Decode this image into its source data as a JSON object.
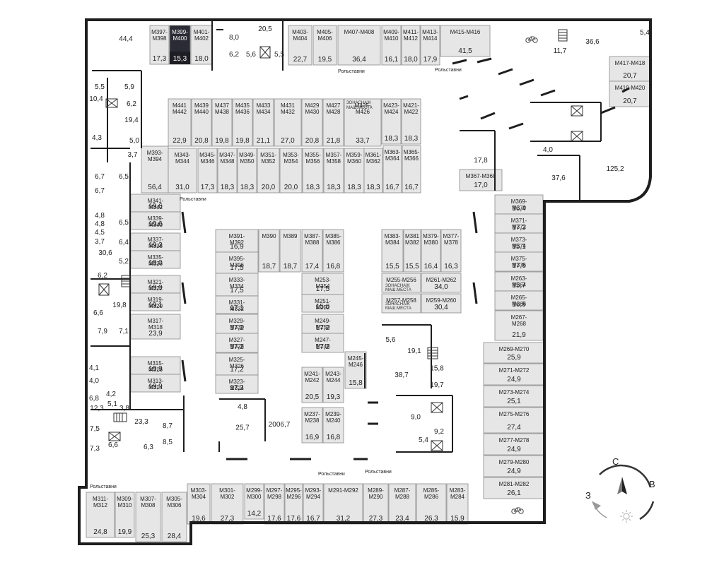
{
  "highlight_color": "#2b2b35",
  "space_fill": "#e6e6e6",
  "wall_color": "#1e1e1e",
  "spaces": [
    {
      "id": "s44",
      "area": "44,4"
    },
    {
      "id": "m397",
      "label": "M397-\nM398",
      "area": "17,3"
    },
    {
      "id": "m399",
      "label": "M399-\nM400",
      "area": "15,3",
      "highlight": true
    },
    {
      "id": "m401",
      "label": "M401-\nM402",
      "area": "18,0"
    },
    {
      "id": "s8",
      "area": "8,0"
    },
    {
      "id": "s205",
      "area": "20,5"
    },
    {
      "id": "s62",
      "area": "6,2"
    },
    {
      "id": "s56",
      "area": "5,6"
    },
    {
      "id": "s55a",
      "area": "5,5"
    },
    {
      "id": "m403",
      "label": "M403-\nM404",
      "area": "22,7"
    },
    {
      "id": "m405",
      "label": "M405-\nM406",
      "area": "19,5"
    },
    {
      "id": "m407",
      "label": "M407-M408",
      "area": "36,4"
    },
    {
      "id": "m409",
      "label": "M409-\nM410",
      "area": "16,1"
    },
    {
      "id": "m411",
      "label": "M411-\nM412",
      "area": "18,0"
    },
    {
      "id": "m413",
      "label": "M413-\nM414",
      "area": "17,9"
    },
    {
      "id": "m415",
      "label": "M415-M416",
      "area": "41,5"
    },
    {
      "id": "s117",
      "area": "11,7"
    },
    {
      "id": "s366",
      "area": "36,6"
    },
    {
      "id": "s54",
      "area": "5,4"
    },
    {
      "id": "m417",
      "label": "M417-M418",
      "area": "20,7"
    },
    {
      "id": "m419",
      "label": "M419-M420",
      "area": "20,7"
    },
    {
      "id": "m441",
      "label": "M441\nM442",
      "area": "22,9"
    },
    {
      "id": "m439",
      "label": "M439\nM440",
      "area": "20,8"
    },
    {
      "id": "m437",
      "label": "M437\nM438",
      "area": "19,8"
    },
    {
      "id": "m435",
      "label": "M435\nM436",
      "area": "19,8"
    },
    {
      "id": "m433",
      "label": "M433\nM434",
      "area": "21,1"
    },
    {
      "id": "m431",
      "label": "M431\nM432",
      "area": "27,0"
    },
    {
      "id": "m429",
      "label": "M429\nM430",
      "area": "20,8"
    },
    {
      "id": "m427",
      "label": "M427\nM428",
      "area": "21,8"
    },
    {
      "id": "m425",
      "label": "M425-\nM426",
      "area": "33,7"
    },
    {
      "id": "m423",
      "label": "M423-\nM424",
      "area": "18,3"
    },
    {
      "id": "m421",
      "label": "M421-\nM422",
      "area": "18,3"
    },
    {
      "id": "m393",
      "label": "M393-\nM394",
      "area": "56,4"
    },
    {
      "id": "m343",
      "label": "M343-\nM344",
      "area": "31,0"
    },
    {
      "id": "m345",
      "label": "M345-\nM346",
      "area": "17,3"
    },
    {
      "id": "m347",
      "label": "M347-\nM348",
      "area": "18,3"
    },
    {
      "id": "m349",
      "label": "M349-\nM350",
      "area": "18,3"
    },
    {
      "id": "m351",
      "label": "M351-\nM352",
      "area": "20,0"
    },
    {
      "id": "m353",
      "label": "M353-\nM354",
      "area": "20,0"
    },
    {
      "id": "m355",
      "label": "M355-\nM356",
      "area": "18,3"
    },
    {
      "id": "m357",
      "label": "M357-\nM358",
      "area": "18,3"
    },
    {
      "id": "m359",
      "label": "M359-\nM360",
      "area": "18,3"
    },
    {
      "id": "m361",
      "label": "M361-\nM362",
      "area": "18,3"
    },
    {
      "id": "m363",
      "label": "M363-\nM364",
      "area": "16,7"
    },
    {
      "id": "m365",
      "label": "M365-\nM366",
      "area": "16,7"
    },
    {
      "id": "s178",
      "area": "17,8"
    },
    {
      "id": "m367",
      "label": "M367-M368",
      "area": "17,0"
    },
    {
      "id": "s40",
      "area": "4,0"
    },
    {
      "id": "s376",
      "area": "37,6"
    },
    {
      "id": "s1252",
      "area": "125,2"
    },
    {
      "id": "m341",
      "label": "M341-\nM342",
      "area": "19,6"
    },
    {
      "id": "m339",
      "label": "M339-\nM340",
      "area": "19,6"
    },
    {
      "id": "m337",
      "label": "M337-\nM338",
      "area": "19,2"
    },
    {
      "id": "m335",
      "label": "M335-\nM336",
      "area": "18,0"
    },
    {
      "id": "m321",
      "label": "M321-\nM322",
      "area": "19,9"
    },
    {
      "id": "m319",
      "label": "M319-\nM320",
      "area": "19,1"
    },
    {
      "id": "m317",
      "label": "M317-\nM318",
      "area": "23,9"
    },
    {
      "id": "m315",
      "label": "M315-\nM316",
      "area": "19,9"
    },
    {
      "id": "m313",
      "label": "M313-\nM314",
      "area": "19,9"
    },
    {
      "id": "m391",
      "label": "M391-\nM392",
      "area": "16,9"
    },
    {
      "id": "m395",
      "label": "M395-\nM396",
      "area": "17,5"
    },
    {
      "id": "m390",
      "label": "M390",
      "area": "18,7"
    },
    {
      "id": "m389",
      "label": "M389",
      "area": "18,7"
    },
    {
      "id": "m387",
      "label": "M387-\nM388",
      "area": "17,4"
    },
    {
      "id": "m385",
      "label": "M385-\nM386",
      "area": "16,8"
    },
    {
      "id": "m333",
      "label": "M333-\nM334",
      "area": "17,5"
    },
    {
      "id": "m331",
      "label": "M331-\nM332",
      "area": "17,1"
    },
    {
      "id": "m329",
      "label": "M329-\nM330",
      "area": "17,2"
    },
    {
      "id": "m327",
      "label": "M327-\nM328",
      "area": "17,2"
    },
    {
      "id": "m325",
      "label": "M325-\nM326",
      "area": "17,2"
    },
    {
      "id": "m323",
      "label": "M323-\nM324",
      "area": "17,2"
    },
    {
      "id": "m253",
      "label": "M253-\nM254",
      "area": "17,5"
    },
    {
      "id": "m251",
      "label": "M251-\nM252",
      "area": "15,6"
    },
    {
      "id": "m249",
      "label": "M249-\nM250",
      "area": "17,2"
    },
    {
      "id": "m247",
      "label": "M247-\nM248",
      "area": "17,2"
    },
    {
      "id": "m383",
      "label": "M383-\nM384",
      "area": "15,5"
    },
    {
      "id": "m381",
      "label": "M381\nM382",
      "area": "15,5"
    },
    {
      "id": "m379",
      "label": "M379-\nM380",
      "area": "16,4"
    },
    {
      "id": "m377",
      "label": "M377-\nM378",
      "area": "16,3"
    },
    {
      "id": "m255",
      "label": "M255-M256",
      "area": ""
    },
    {
      "id": "m261",
      "label": "M261-M262",
      "area": "34,0"
    },
    {
      "id": "m257",
      "label": "M257-M258",
      "area": ""
    },
    {
      "id": "m259",
      "label": "M259-M260",
      "area": "30,4"
    },
    {
      "id": "m369",
      "label": "M369-\nM370",
      "area": "16,4"
    },
    {
      "id": "m371",
      "label": "M371-\nM372",
      "area": "17,3"
    },
    {
      "id": "m373",
      "label": "M373-\nM374",
      "area": "15,1"
    },
    {
      "id": "m375",
      "label": "M375-\nM376",
      "area": "17,6"
    },
    {
      "id": "m263",
      "label": "M263-\nM264",
      "area": "15,7"
    },
    {
      "id": "m265",
      "label": "M265-\nM266",
      "area": "16,9"
    },
    {
      "id": "m267",
      "label": "M267-\nM268",
      "area": "21,9"
    },
    {
      "id": "m269",
      "label": "M269-M270",
      "area": "25,9"
    },
    {
      "id": "m271",
      "label": "M271-M272",
      "area": "24,9"
    },
    {
      "id": "m273",
      "label": "M273-M274",
      "area": "25,1"
    },
    {
      "id": "m275",
      "label": "M275-M276",
      "area": "27,4"
    },
    {
      "id": "m277",
      "label": "M277-M278",
      "area": "24,9"
    },
    {
      "id": "m279",
      "label": "M279-M280",
      "area": "24,9"
    },
    {
      "id": "m281",
      "label": "M281-M282",
      "area": "26,1"
    },
    {
      "id": "s56b",
      "area": "5,6"
    },
    {
      "id": "s191",
      "area": "19,1"
    },
    {
      "id": "m245",
      "label": "M245-\nM246",
      "area": "15,8"
    },
    {
      "id": "s387",
      "area": "38,7"
    },
    {
      "id": "s158",
      "area": "15,8"
    },
    {
      "id": "s197",
      "area": "19,7"
    },
    {
      "id": "m241",
      "label": "M241-\nM242",
      "area": "20,5"
    },
    {
      "id": "m243",
      "label": "M243-\nM244",
      "area": "19,3"
    },
    {
      "id": "s48",
      "area": "4,8"
    },
    {
      "id": "s257",
      "area": "25,7"
    },
    {
      "id": "s20067",
      "area": "2006,7"
    },
    {
      "id": "m237",
      "label": "M237-\nM238",
      "area": "16,9"
    },
    {
      "id": "m239",
      "label": "M239-\nM240",
      "area": "16,8"
    },
    {
      "id": "s90",
      "area": "9,0"
    },
    {
      "id": "s92",
      "area": "9,2"
    },
    {
      "id": "s54b",
      "area": "5,4"
    },
    {
      "id": "s233",
      "area": "23,3"
    },
    {
      "id": "s87",
      "area": "8,7"
    },
    {
      "id": "s85",
      "area": "8,5"
    },
    {
      "id": "s66b",
      "area": "6,6"
    },
    {
      "id": "s63",
      "area": "6,3"
    },
    {
      "id": "s73",
      "area": "7,3"
    },
    {
      "id": "s75",
      "area": "7,5"
    },
    {
      "id": "m311",
      "label": "M311-\nM312",
      "area": "24,8"
    },
    {
      "id": "m309",
      "label": "M309-\nM310",
      "area": "19,9"
    },
    {
      "id": "m307",
      "label": "M307-\nM308",
      "area": "25,3"
    },
    {
      "id": "m305",
      "label": "M305-\nM306",
      "area": "28,4"
    },
    {
      "id": "m303",
      "label": "M303-\nM304",
      "area": "19,6"
    },
    {
      "id": "m301",
      "label": "M301-\nM302",
      "area": "27,3"
    },
    {
      "id": "m299",
      "label": "M299-\nM300",
      "area": "14,2"
    },
    {
      "id": "m297",
      "label": "M297-\nM298",
      "area": "17,6"
    },
    {
      "id": "m295",
      "label": "M295-\nM296",
      "area": "17,6"
    },
    {
      "id": "m293",
      "label": "M293-\nM294",
      "area": "16,7"
    },
    {
      "id": "m291",
      "label": "M291-M292",
      "area": "31,2"
    },
    {
      "id": "m289",
      "label": "M289-\nM290",
      "area": "27,3"
    },
    {
      "id": "m287",
      "label": "M287-\nM288",
      "area": "23,4"
    },
    {
      "id": "m285",
      "label": "M285-\nM286",
      "area": "26,3"
    },
    {
      "id": "m283",
      "label": "M283-\nM284",
      "area": "15,9"
    },
    {
      "id": "s55b",
      "area": "5,5"
    },
    {
      "id": "s59",
      "area": "5,9"
    },
    {
      "id": "s104",
      "area": "10,4"
    },
    {
      "id": "s62b",
      "area": "6,2"
    },
    {
      "id": "s194",
      "area": "19,4"
    },
    {
      "id": "s43",
      "area": "4,3"
    },
    {
      "id": "s50",
      "area": "5,0"
    },
    {
      "id": "s37",
      "area": "3,7"
    },
    {
      "id": "s67a",
      "area": "6,7"
    },
    {
      "id": "s65a",
      "area": "6,5"
    },
    {
      "id": "s67b",
      "area": "6,7"
    },
    {
      "id": "s48b",
      "area": "4,8"
    },
    {
      "id": "s65b",
      "area": "6,5"
    },
    {
      "id": "s48c",
      "area": "4,8"
    },
    {
      "id": "s45",
      "area": "4,5"
    },
    {
      "id": "s64",
      "area": "6,4"
    },
    {
      "id": "s37b",
      "area": "3,7"
    },
    {
      "id": "s306",
      "area": "30,6"
    },
    {
      "id": "s52",
      "area": "5,2"
    },
    {
      "id": "s62c",
      "area": "6,2"
    },
    {
      "id": "s198",
      "area": "19,8"
    },
    {
      "id": "s66",
      "area": "6,6"
    },
    {
      "id": "s79",
      "area": "7,9"
    },
    {
      "id": "s71",
      "area": "7,1"
    },
    {
      "id": "s41a",
      "area": "4,1"
    },
    {
      "id": "s40b",
      "area": "4,0"
    },
    {
      "id": "s42",
      "area": "4,2"
    },
    {
      "id": "s68",
      "area": "6,8"
    },
    {
      "id": "s51",
      "area": "5,1"
    },
    {
      "id": "s123",
      "area": "12,3"
    },
    {
      "id": "s38",
      "area": "3,8"
    }
  ],
  "notes": {
    "shutters": "Рольставни",
    "reinforced_line1": "ЗОНАСНАЖ",
    "reinforced_line2": "МАШ.МЕСТА"
  },
  "compass": {
    "north": "С",
    "east": "В",
    "west": "З"
  },
  "icons": [
    "bicycle-icon",
    "stairs-icon",
    "elevator-icon",
    "sun-icon",
    "compass-arrow-icon"
  ]
}
